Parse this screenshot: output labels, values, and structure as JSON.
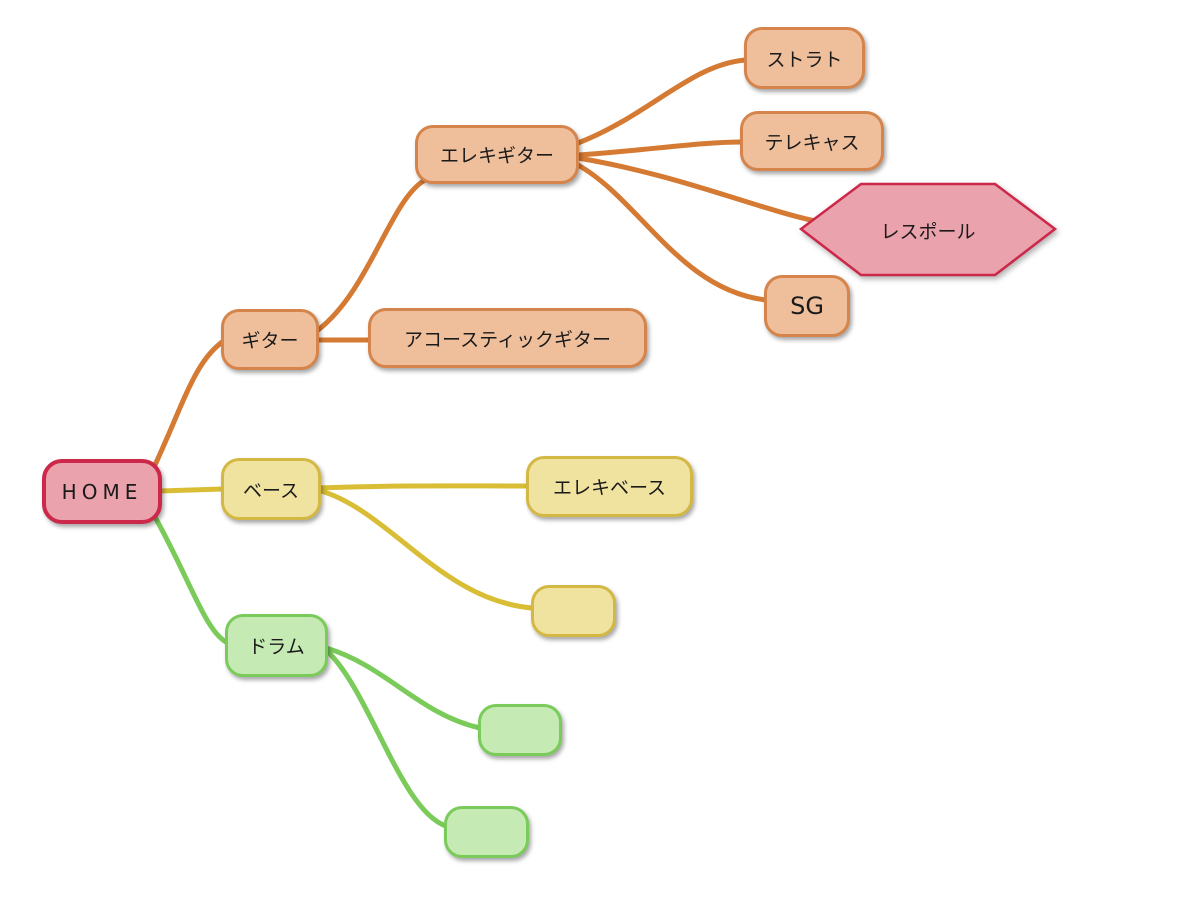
{
  "mindmap": {
    "root": {
      "label": "HOME"
    },
    "guitar": {
      "label": "ギター",
      "electric": {
        "label": "エレキギター",
        "models": {
          "strat": "ストラト",
          "tele": "テレキャス",
          "lespaul": "レスポール",
          "sg": "SG"
        }
      },
      "acoustic": {
        "label": "アコースティックギター"
      }
    },
    "bass": {
      "label": "ベース",
      "electric": {
        "label": "エレキベース"
      },
      "empty": {
        "label": ""
      }
    },
    "drums": {
      "label": "ドラム",
      "empty1": {
        "label": ""
      },
      "empty2": {
        "label": ""
      }
    }
  },
  "colors": {
    "guitar_branch": "#d57a33",
    "bass_branch": "#d9bd34",
    "drums_branch": "#7acb5a",
    "root_border": "#cc2849",
    "highlight_fill": "#eaa2ad"
  }
}
